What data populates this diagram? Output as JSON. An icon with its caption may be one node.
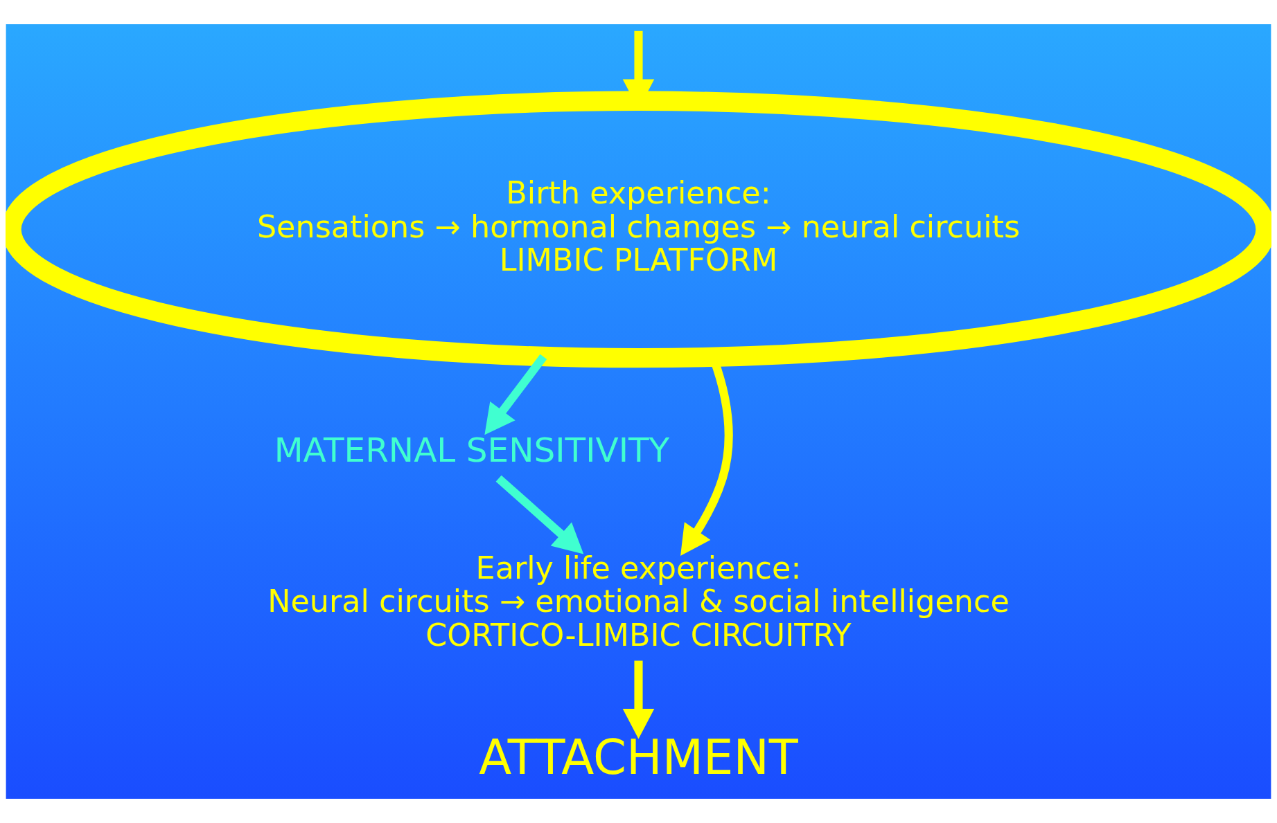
{
  "diagram": {
    "nodes": [
      {
        "text": [
          "Birth experience:",
          "Sensations → hormonal changes → neural circuits",
          "LIMBIC PLATFORM"
        ]
      },
      {
        "text": [
          "MATERNAL SENSITIVITY"
        ]
      },
      {
        "text": [
          "Early life experience:",
          "Neural circuits → emotional & social intelligence",
          "CORTICO-LIMBIC CIRCUITRY"
        ]
      },
      {
        "text": [
          "ATTACHMENT"
        ]
      }
    ],
    "edges": [
      {
        "from": null,
        "to": 0,
        "arrow": "to"
      },
      {
        "from": 0,
        "to": 1,
        "arrow": "to",
        "color": "#40ffd0"
      },
      {
        "from": 0,
        "to": 2,
        "arrow": "to"
      },
      {
        "from": 1,
        "to": 2,
        "arrow": "to",
        "color": "#40ffd0"
      },
      {
        "from": 2,
        "to": 3,
        "arrow": "to"
      }
    ]
  }
}
